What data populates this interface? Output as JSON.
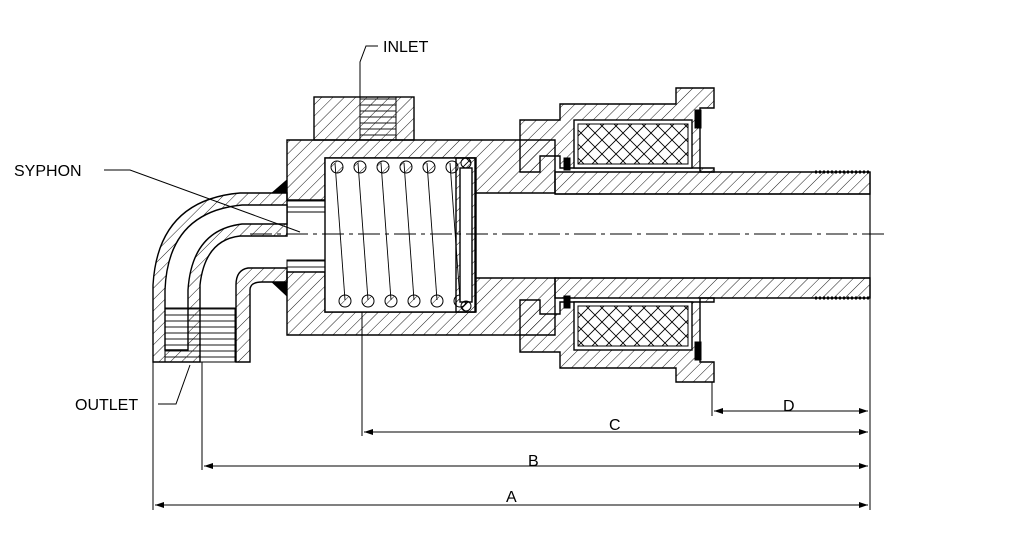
{
  "labels": {
    "inlet": "INLET",
    "syphon": "SYPHON",
    "outlet": "OUTLET"
  },
  "dimensions": {
    "a": "A",
    "b": "B",
    "c": "C",
    "d": "D"
  }
}
